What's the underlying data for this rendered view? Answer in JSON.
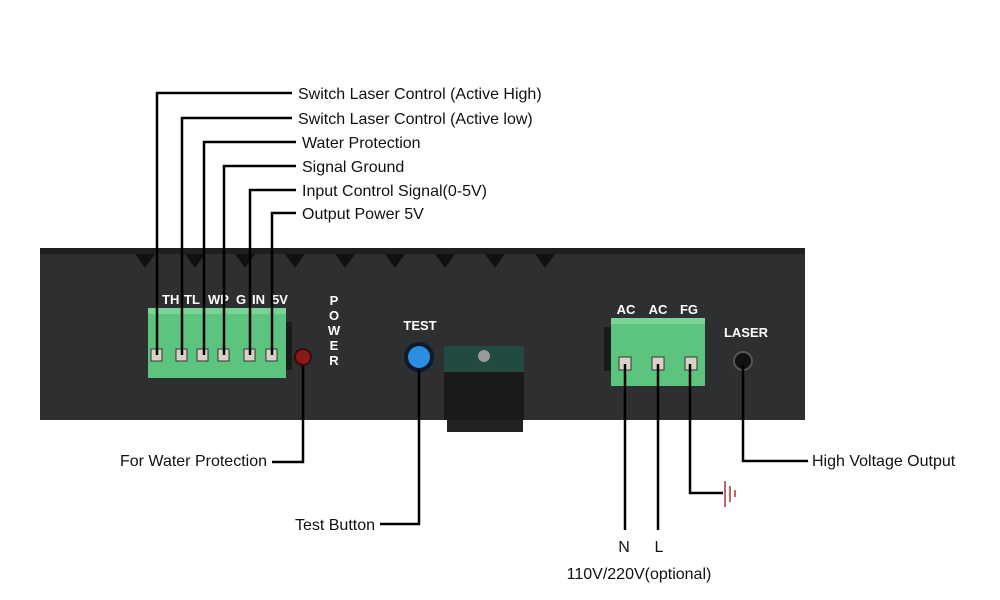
{
  "top_callouts": [
    "Switch Laser Control (Active High)",
    "Switch Laser Control (Active low)",
    "Water Protection",
    "Signal Ground",
    "Input Control Signal(0-5V)",
    "Output Power 5V"
  ],
  "panel": {
    "terminal_labels": [
      "TH",
      "TL",
      "WP",
      "G",
      "IN",
      "5V"
    ],
    "power_label": "POWER",
    "test_label": "TEST",
    "ac_labels": [
      "AC",
      "AC",
      "FG"
    ],
    "laser_label": "LASER"
  },
  "bottom_callouts": {
    "water_protection": "For Water Protection",
    "test_button": "Test Button",
    "high_voltage": "High Voltage Output",
    "n": "N",
    "l": "L",
    "supply": "110V/220V(optional)"
  },
  "colors": {
    "panel": "#2e2f31",
    "terminal": "#5cc47e",
    "test_button": "#2a8fe0",
    "power_led": "#8a1a1a",
    "ground_symbol": "#b03030"
  }
}
